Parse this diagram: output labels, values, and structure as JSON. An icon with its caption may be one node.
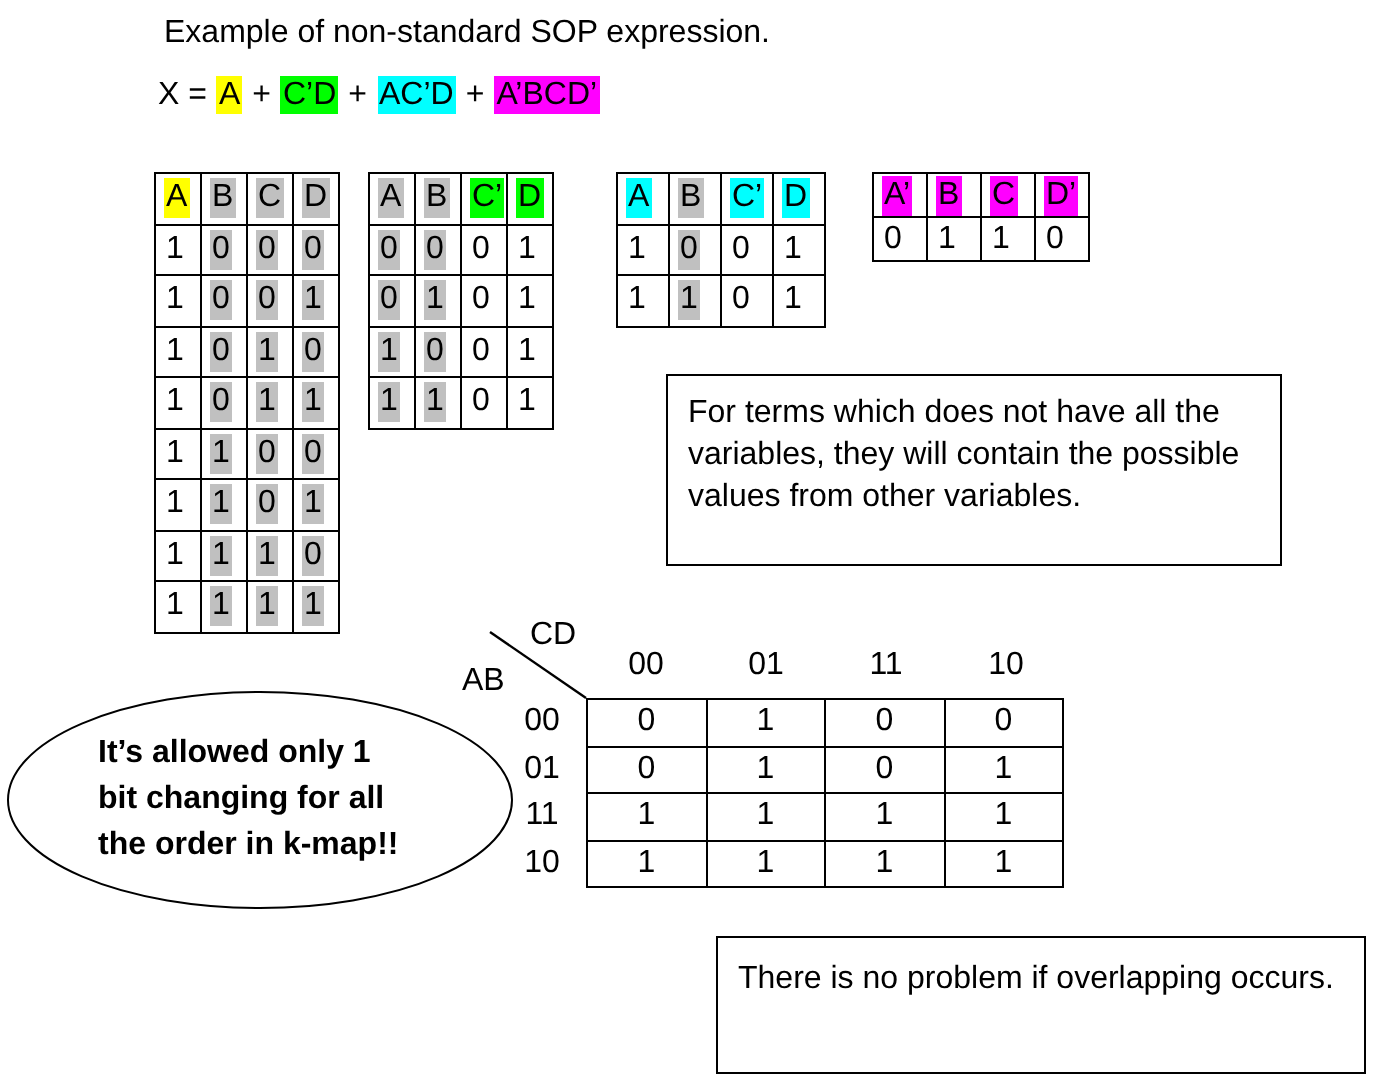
{
  "diagram": {
    "title": "Example of non-standard SOP expression.",
    "nodes": [
      {
        "text": [
          "For terms which does not have all the variables, they will contain the possible values from other variables."
        ]
      },
      {
        "text": [
          "It’s allowed only 1 bit changing for all the order in k-map!!"
        ]
      },
      {
        "text": [
          "There is no problem if overlapping occurs."
        ]
      }
    ],
    "labels": [
      "X =",
      "A",
      "+",
      "C’D",
      "+",
      "AC’D",
      "+",
      "A’BCD’",
      "A",
      "B",
      "C",
      "D",
      "1",
      "0",
      "0",
      "0",
      "1",
      "0",
      "0",
      "1",
      "1",
      "0",
      "1",
      "0",
      "1",
      "0",
      "1",
      "1",
      "1",
      "1",
      "0",
      "0",
      "1",
      "1",
      "0",
      "1",
      "1",
      "1",
      "1",
      "0",
      "1",
      "1",
      "1",
      "1",
      "A",
      "B",
      "C’",
      "D",
      "0",
      "0",
      "0",
      "1",
      "0",
      "1",
      "0",
      "1",
      "1",
      "0",
      "0",
      "1",
      "1",
      "1",
      "0",
      "1",
      "A",
      "B",
      "C’",
      "D",
      "1",
      "0",
      "0",
      "1",
      "1",
      "1",
      "0",
      "1",
      "A’",
      "B",
      "C",
      "D’",
      "0",
      "1",
      "1",
      "0",
      "CD",
      "AB",
      "00",
      "01",
      "11",
      "10",
      "00",
      "0",
      "1",
      "0",
      "0",
      "01",
      "0",
      "1",
      "0",
      "1",
      "11",
      "1",
      "1",
      "1",
      "1",
      "10",
      "1",
      "1",
      "1",
      "1"
    ]
  }
}
